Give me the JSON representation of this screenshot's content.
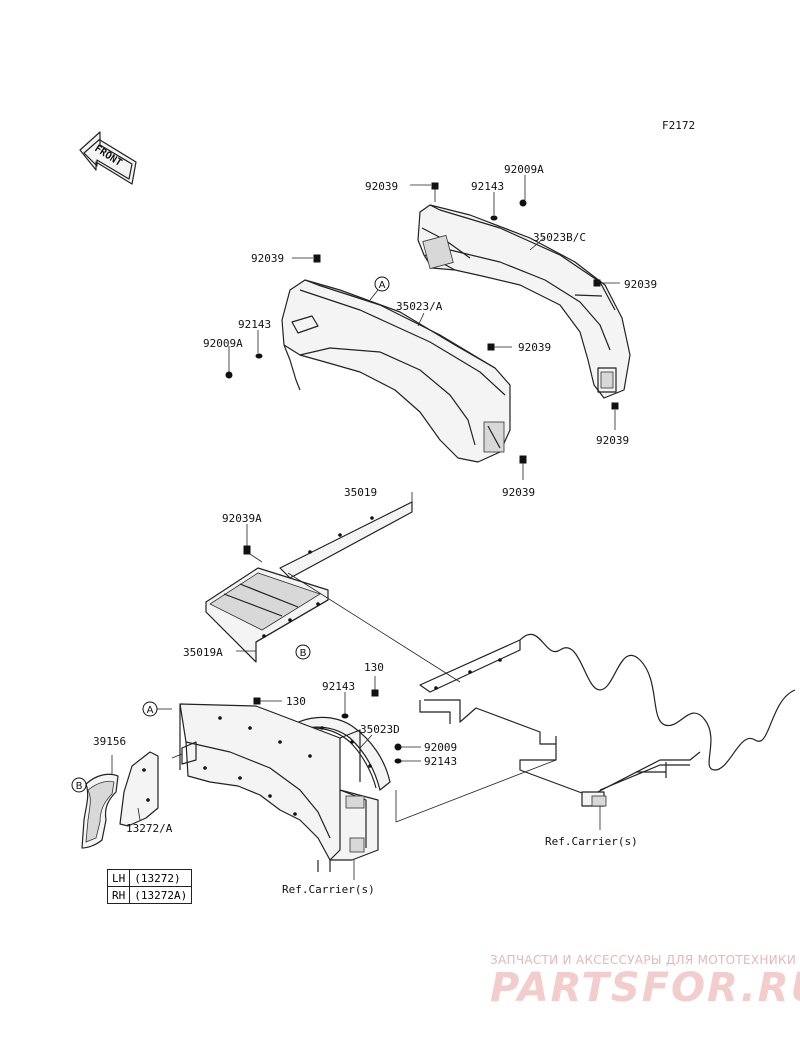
{
  "figure_code": "F2172",
  "front_label": "FRONT",
  "labels": {
    "p92039_top": "92039",
    "p92143_top": "92143",
    "p92009A_top": "92009A",
    "p35023BC": "35023B/C",
    "p92039_r1": "92039",
    "p92039_r2": "92039",
    "p92039_left": "92039",
    "p35023A": "35023/A",
    "p92143_left": "92143",
    "p92009A_left": "92009A",
    "p92039_mid": "92039",
    "p92039_bot": "92039",
    "p35019": "35019",
    "p92039A": "92039A",
    "p35019A": "35019A",
    "p130_a": "130",
    "p130_b": "130",
    "p92143_c": "92143",
    "p35023D": "35023D",
    "p92009": "92009",
    "p92143_d": "92143",
    "p39156": "39156",
    "p13272A": "13272/A",
    "ref_carrier_1": "Ref.Carrier(s)",
    "ref_carrier_2": "Ref.Carrier(s)"
  },
  "callouts": {
    "a1": "A",
    "a2": "A",
    "b1": "B",
    "b2": "B"
  },
  "legend": [
    {
      "side": "LH",
      "part": "(13272)"
    },
    {
      "side": "RH",
      "part": "(13272A)"
    }
  ],
  "watermark": {
    "tagline": "ЗАПЧАСТИ И АКСЕССУАРЫ ДЛЯ МОТОТЕХНИКИ",
    "brand": "PARTSFOR.RU"
  }
}
